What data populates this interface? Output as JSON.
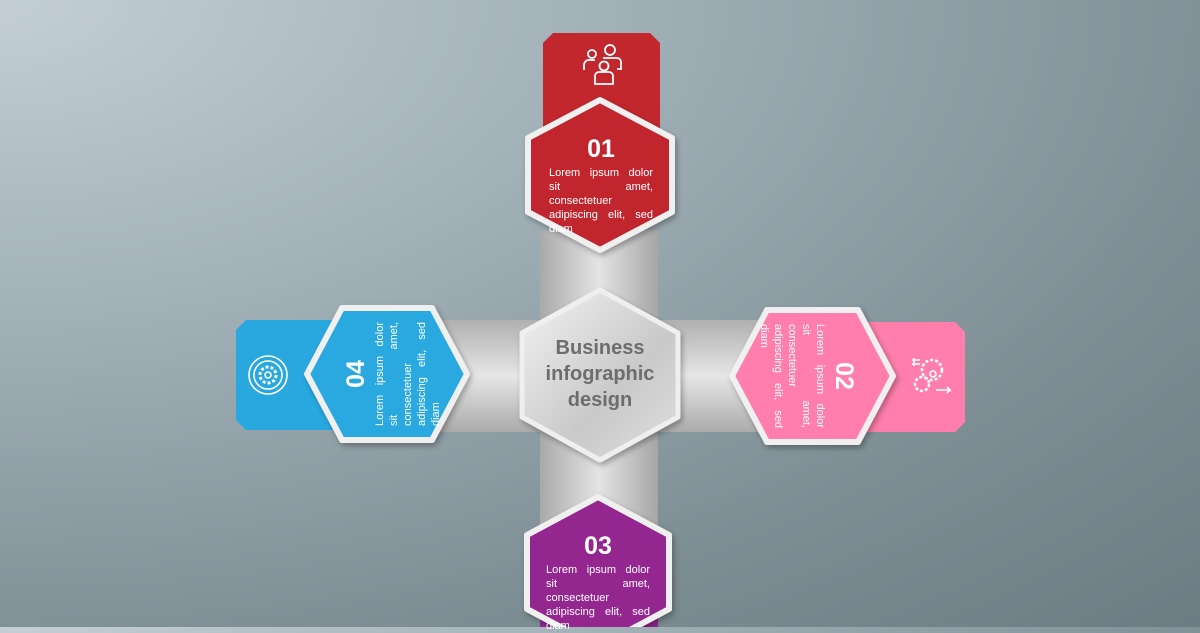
{
  "title": "Business infographic design",
  "colors": {
    "step1": "#c1272d",
    "step2": "#ff7eac",
    "step3": "#93278f",
    "step4": "#29a8e0",
    "bar": "#bdbdbd"
  },
  "steps": [
    {
      "number": "01",
      "text": "Lorem ipsum dolor sit amet, consectetuer adipiscing elit, sed diam",
      "icon": "people-icon"
    },
    {
      "number": "02",
      "text": "Lorem ipsum dolor sit amet, consectetuer adipiscing elit, sed diam",
      "icon": "process-gears-icon"
    },
    {
      "number": "03",
      "text": "Lorem ipsum dolor sit amet, consectetuer adipiscing elit, sed diam",
      "icon": ""
    },
    {
      "number": "04",
      "text": "Lorem ipsum dolor sit amet, consectetuer adipiscing elit, sed diam",
      "icon": "gear-cycle-icon"
    }
  ]
}
